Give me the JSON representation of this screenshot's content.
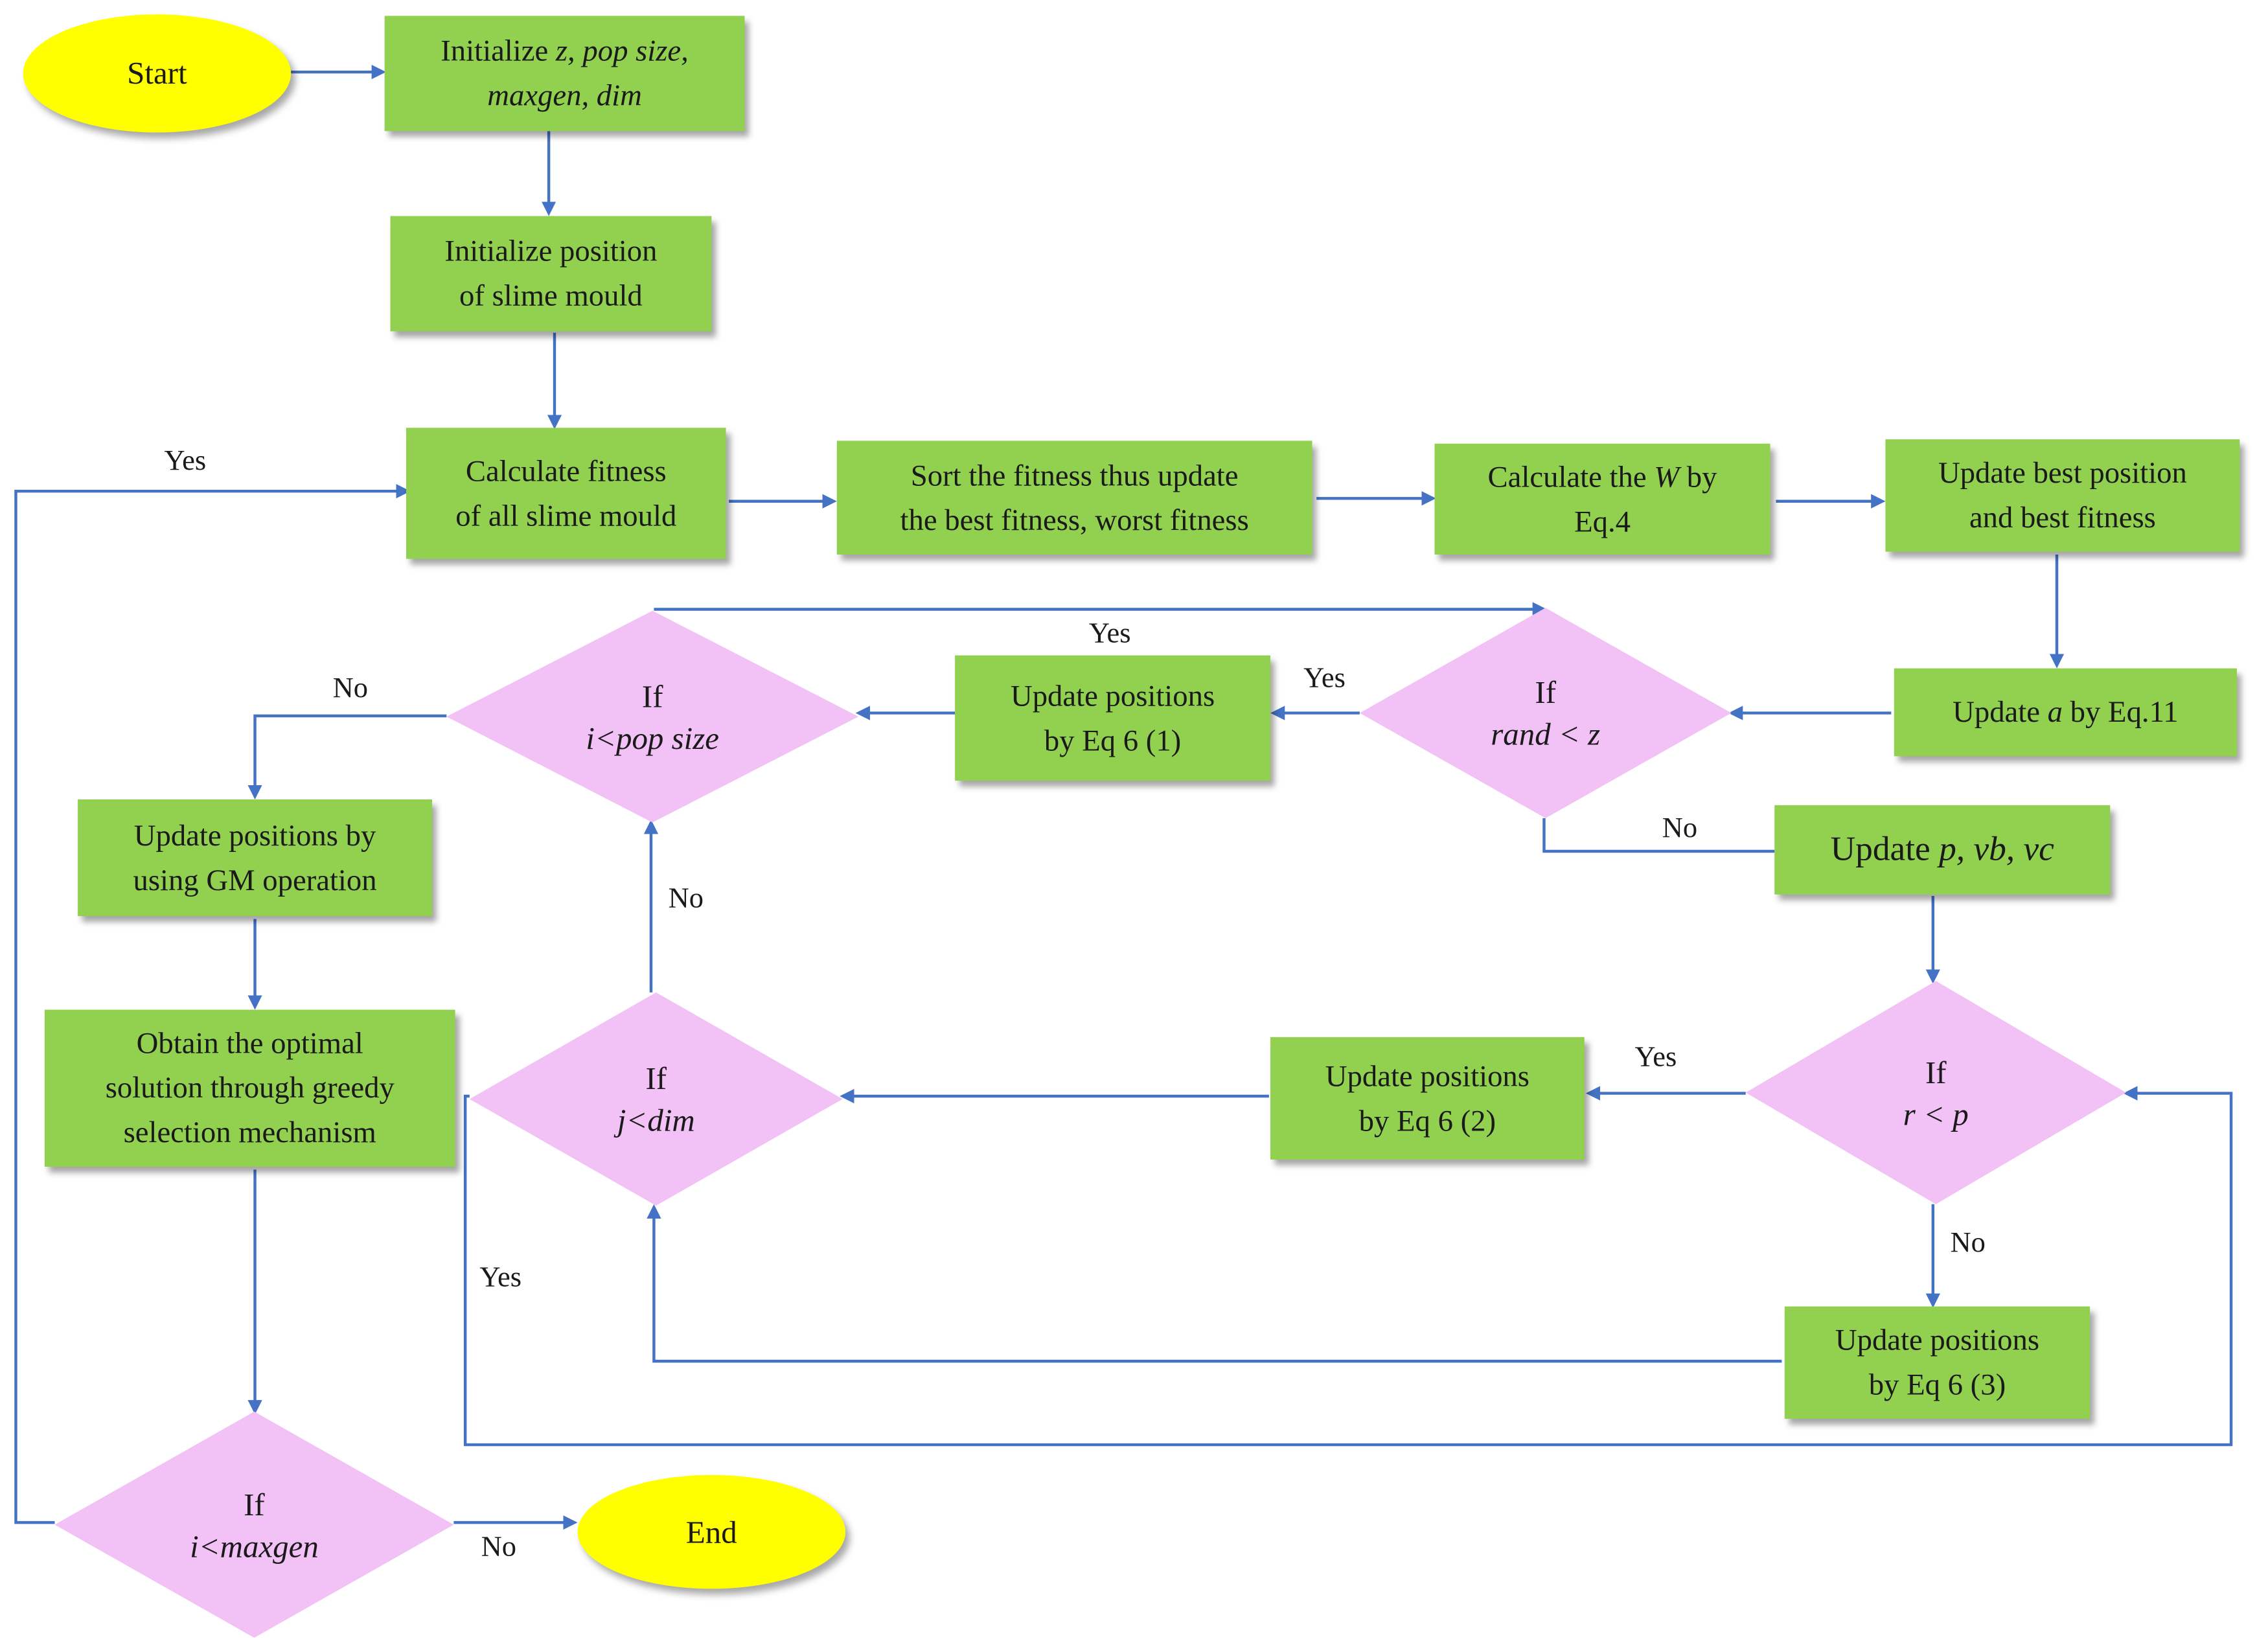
{
  "colors": {
    "process": "#92d050",
    "decision": "#f2c1f5",
    "terminal": "#ffff00",
    "arrow": "#4472c4"
  },
  "nodes": {
    "start": "Start",
    "end": "End",
    "init": {
      "pre": "Initialize ",
      "vars1": "z, pop size,",
      "vars2": "maxgen, dim"
    },
    "init_pos": {
      "line1": "Initialize position",
      "line2": "of slime mould"
    },
    "calc_fit": {
      "line1": "Calculate fitness",
      "line2": "of all slime mould"
    },
    "sort_fit": {
      "line1": "Sort the fitness thus update",
      "line2": "the best fitness, worst fitness"
    },
    "calc_w": {
      "pre": "Calculate the ",
      "var": "W",
      "post": " by",
      "line2": "Eq.4"
    },
    "update_best": {
      "line1": "Update best position",
      "line2": "and best fitness"
    },
    "update_a": {
      "pre": "Update ",
      "var": "a",
      "post": " by Eq.11"
    },
    "update_p": {
      "pre": "Update ",
      "vars": "p, vb, vc"
    },
    "eq6_1": {
      "line1": "Update positions",
      "line2": "by Eq 6 (1)"
    },
    "eq6_2": {
      "line1": "Update positions",
      "line2": "by Eq 6 (2)"
    },
    "eq6_3": {
      "line1": "Update positions",
      "line2": "by Eq 6 (3)"
    },
    "gm": {
      "line1": "Update positions by",
      "line2": "using GM operation"
    },
    "greedy": {
      "line1": "Obtain the optimal",
      "line2": "solution through greedy",
      "line3": "selection mechanism"
    },
    "if_rand": {
      "if": "If",
      "cond": "rand < z"
    },
    "if_pop": {
      "if": "If",
      "cond": "i<pop size"
    },
    "if_dim": {
      "if": "If",
      "cond": "j<dim"
    },
    "if_r": {
      "if": "If",
      "cond": "r < p"
    },
    "if_maxgen": {
      "if": "If",
      "cond": "i<maxgen"
    }
  },
  "edge_labels": {
    "yes_loop": "Yes",
    "yes_pop_top": "Yes",
    "yes_rand": "Yes",
    "no_pop": "No",
    "no_rand": "No",
    "no_dim": "No",
    "yes_r": "Yes",
    "no_r": "No",
    "yes_dim": "Yes",
    "no_maxgen": "No"
  }
}
